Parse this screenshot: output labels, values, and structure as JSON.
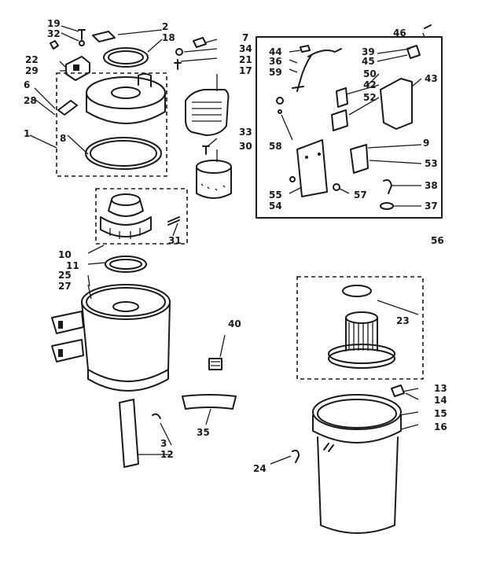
{
  "labels": [
    "19",
    "32",
    "22",
    "29",
    "6",
    "28",
    "1",
    "8",
    "2",
    "18",
    "7",
    "34",
    "21",
    "17",
    "33",
    "30",
    "10",
    "11",
    "25",
    "27",
    "31",
    "40",
    "35",
    "3",
    "12",
    "24",
    "44",
    "36",
    "59",
    "58",
    "55",
    "54",
    "39",
    "45",
    "50",
    "42",
    "52",
    "46",
    "43",
    "53",
    "38",
    "57",
    "37",
    "56",
    "23",
    "13",
    "14",
    "15",
    "16",
    "9"
  ]
}
